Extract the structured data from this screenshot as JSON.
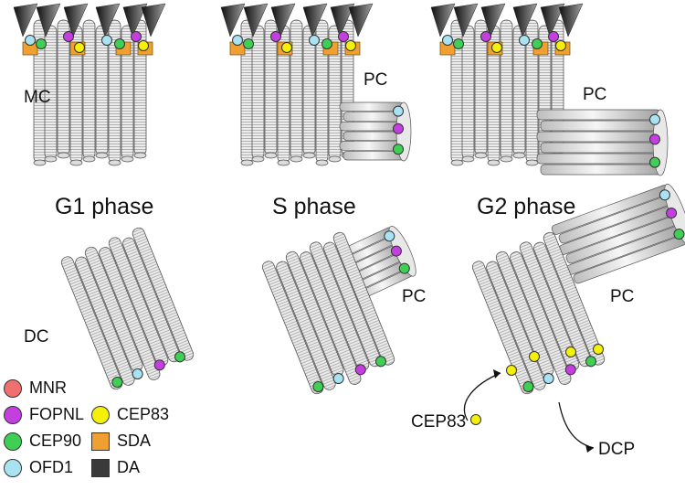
{
  "labels": {
    "mc": "MC",
    "dc": "DC",
    "pc_s_top": "PC",
    "pc_g2_top": "PC",
    "pc_s_bottom": "PC",
    "pc_g2_bottom": "PC",
    "g1": "G1 phase",
    "s": "S phase",
    "g2": "G2 phase",
    "cep83_callout": "CEP83",
    "dcp": "DCP"
  },
  "legend": [
    {
      "label": "MNR",
      "color": "#f07070",
      "shape": "circle"
    },
    {
      "label": "FOPNL",
      "color": "#c43fe0",
      "shape": "circle"
    },
    {
      "label": "CEP90",
      "color": "#3fcf55",
      "shape": "circle"
    },
    {
      "label": "OFD1",
      "color": "#a9e3f3",
      "shape": "circle"
    },
    {
      "label": "CEP83",
      "color": "#f4f00a",
      "shape": "circle"
    },
    {
      "label": "SDA",
      "color": "#f0a030",
      "shape": "square"
    },
    {
      "label": "DA",
      "color": "#3a3a3a",
      "shape": "square"
    }
  ]
}
